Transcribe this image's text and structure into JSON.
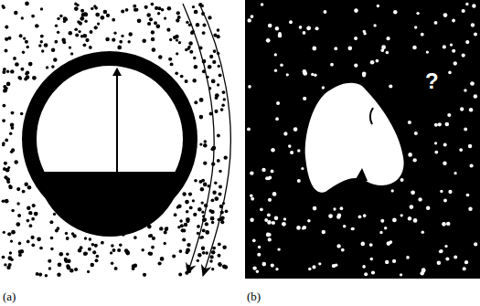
{
  "diagram": {
    "labels": [
      "(a)",
      "(b)",
      "?"
    ]
  }
}
